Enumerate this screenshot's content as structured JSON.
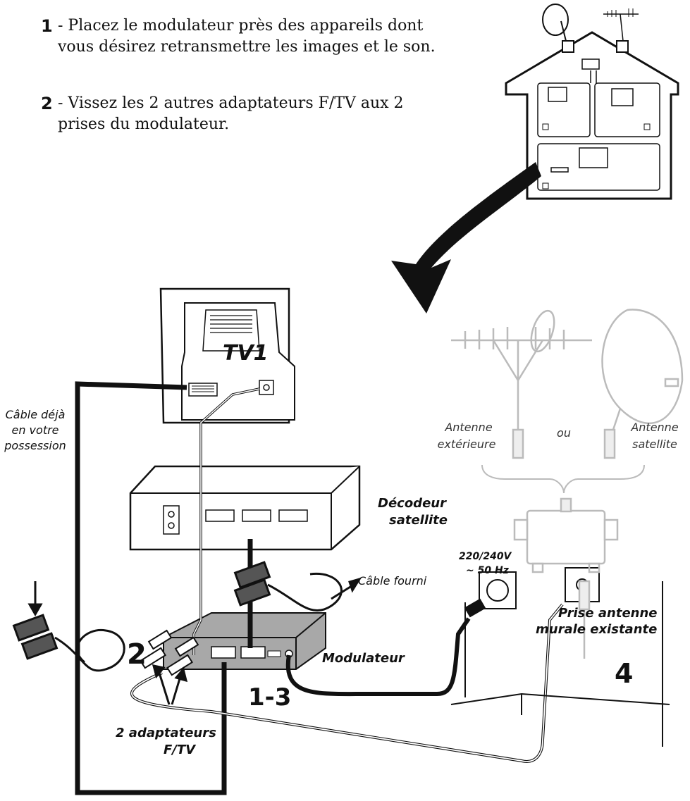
{
  "steps": [
    {
      "num": "1",
      "text": "- Placez le modulateur près des appareils dont vous désirez retransmettre les images et le son."
    },
    {
      "num": "2",
      "text": "- Vissez les 2 autres adaptateurs F/TV aux 2 prises du modulateur."
    }
  ],
  "labels": {
    "tv": "TV1",
    "decoder": [
      "Décodeur",
      "satellite"
    ],
    "modulator": "Modulateur",
    "cable_owned": [
      "Câble déjà",
      "en votre",
      "possession"
    ],
    "cable_supplied": "Câble fourni",
    "antenna_ext": [
      "Antenne",
      "extérieure"
    ],
    "or": "ou",
    "antenna_sat": [
      "Antenne",
      "satellite"
    ],
    "power": [
      "220/240V",
      "~ 50 Hz"
    ],
    "wall_socket": [
      "Prise antenne",
      "murale existante"
    ],
    "adapters": [
      "2 adaptateurs",
      "F/TV"
    ],
    "num_2": "2",
    "num_13": "1-3",
    "num_4": "4"
  },
  "colors": {
    "ink": "#111111",
    "faded": "#bbbbbb",
    "device_grey": "#a8a8a8"
  }
}
